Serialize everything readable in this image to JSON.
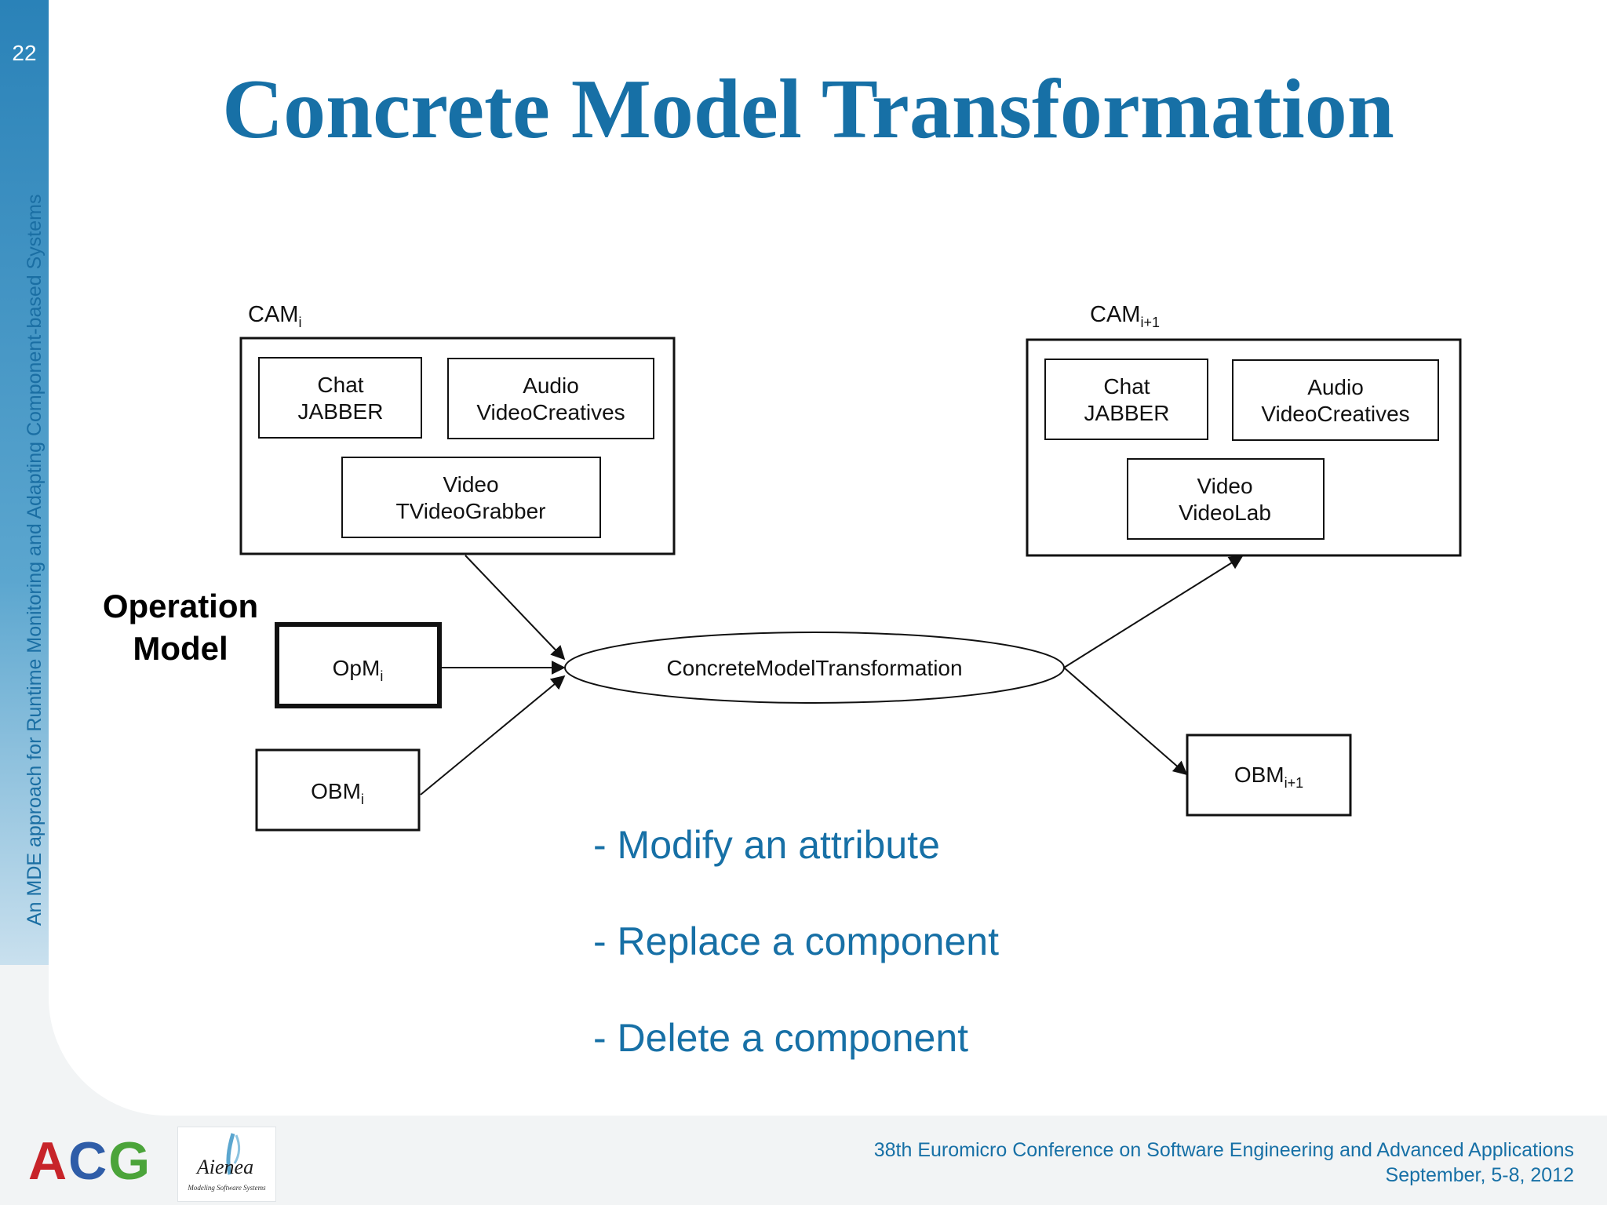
{
  "slide": {
    "number": "22",
    "title": "Concrete Model Transformation",
    "vertical_title": "An MDE approach for Runtime Monitoring and Adapting Component-based Systems"
  },
  "diagram": {
    "cam_left": {
      "label": "CAM",
      "sub": "i",
      "components": [
        {
          "line1": "Chat",
          "line2": "JABBER"
        },
        {
          "line1": "Audio",
          "line2": "VideoCreatives"
        },
        {
          "line1": "Video",
          "line2": "TVideoGrabber"
        }
      ]
    },
    "cam_right": {
      "label": "CAM",
      "sub": "i+1",
      "components": [
        {
          "line1": "Chat",
          "line2": "JABBER"
        },
        {
          "line1": "Audio",
          "line2": "VideoCreatives"
        },
        {
          "line1": "Video",
          "line2": "VideoLab"
        }
      ]
    },
    "opm": {
      "label": "OpM",
      "sub": "i"
    },
    "obm_left": {
      "label": "OBM",
      "sub": "i"
    },
    "obm_right": {
      "label": "OBM",
      "sub": "i+1"
    },
    "transformation": "ConcreteModelTransformation",
    "operation_model_label": [
      "Operation",
      "Model"
    ]
  },
  "bullets": [
    "- Modify an attribute",
    "- Replace a component",
    "- Delete a component"
  ],
  "footer": {
    "conference": "38th Euromicro Conference on Software Engineering and Advanced Applications",
    "date": "September, 5-8, 2012"
  },
  "logos": {
    "acg": [
      "A",
      "C",
      "G"
    ],
    "aienea_name": "Aienea",
    "aienea_tagline": "Modeling Software Systems"
  },
  "colors": {
    "accent": "#1770a6",
    "acg_a": "#c7242a",
    "acg_c": "#2f5da8",
    "acg_g": "#4ba43a"
  }
}
